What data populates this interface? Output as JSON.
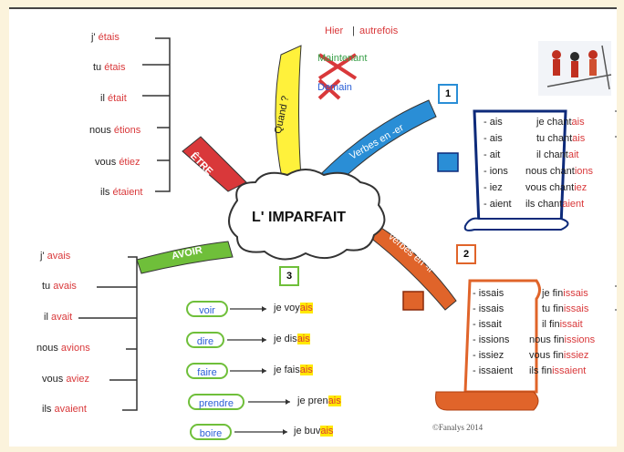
{
  "center": {
    "title": "L' IMPARFAIT"
  },
  "branches": {
    "etre": "ÊTRE",
    "quand": "Quand ?",
    "verbes_er": "Verbes en -er",
    "verbes_ir": "verbes en -ir",
    "avoir": "AVOIR"
  },
  "quand_items": {
    "hier": "Hier",
    "autrefois": "autrefois",
    "maintenant": "Maintenant",
    "demain": "Demain"
  },
  "etre_conj": [
    {
      "p": "j'",
      "v": "étais"
    },
    {
      "p": "tu",
      "v": "étais"
    },
    {
      "p": "il",
      "v": "était"
    },
    {
      "p": "nous",
      "v": "étions"
    },
    {
      "p": "vous",
      "v": "étiez"
    },
    {
      "p": "ils",
      "v": "étaient"
    }
  ],
  "avoir_conj": [
    {
      "p": "j'",
      "v": "avais"
    },
    {
      "p": "tu",
      "v": "avais"
    },
    {
      "p": "il",
      "v": "avait"
    },
    {
      "p": "nous",
      "v": "avions"
    },
    {
      "p": "vous",
      "v": "aviez"
    },
    {
      "p": "ils",
      "v": "avaient"
    }
  ],
  "er_endings": [
    "- ais",
    "- ais",
    "- ait",
    "- ions",
    "- iez",
    "- aient"
  ],
  "er_conj": [
    {
      "stem": "je chant",
      "end": "ais"
    },
    {
      "stem": "tu chant",
      "end": "ais"
    },
    {
      "stem": "il chant",
      "end": "ait"
    },
    {
      "stem": "nous chant",
      "end": "ions"
    },
    {
      "stem": "vous chant",
      "end": "iez"
    },
    {
      "stem": "ils chant",
      "end": "aient"
    }
  ],
  "ir_endings": [
    "- issais",
    "- issais",
    "- issait",
    "- issions",
    "- issiez",
    "- issaient"
  ],
  "ir_conj": [
    {
      "stem": "je fin",
      "end": "issais"
    },
    {
      "stem": "tu fin",
      "end": "issais"
    },
    {
      "stem": "il fin",
      "end": "issait"
    },
    {
      "stem": "nous fin",
      "end": "issions"
    },
    {
      "stem": "vous fin",
      "end": "issiez"
    },
    {
      "stem": "ils fin",
      "end": "issaient"
    }
  ],
  "irregular": [
    {
      "inf": "voir",
      "stem": "je voy",
      "end": "ais"
    },
    {
      "inf": "dire",
      "stem": "je dis",
      "end": "ais"
    },
    {
      "inf": "faire",
      "stem": "je fais",
      "end": "ais"
    },
    {
      "inf": "prendre",
      "stem": "je pren",
      "end": "ais"
    },
    {
      "inf": "boire",
      "stem": "je buv",
      "end": "ais"
    }
  ],
  "numbers": {
    "one": "1",
    "two": "2",
    "three": "3"
  },
  "credit": "©Fanalys 2014",
  "colors": {
    "red": "#d9383a",
    "blue": "#2a8ed6",
    "green": "#6fbf3a",
    "yellow": "#ffe800",
    "orange": "#e0642a"
  }
}
